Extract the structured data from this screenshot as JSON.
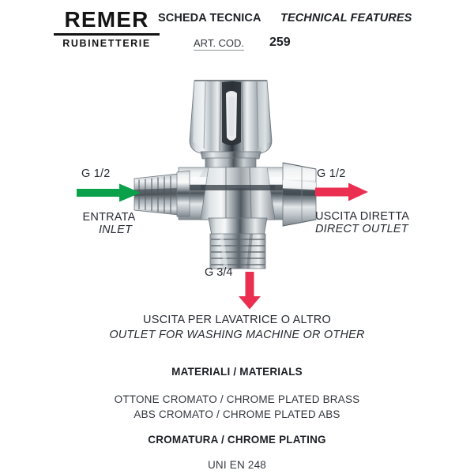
{
  "brand": {
    "name": "REMER",
    "subtitle": "RUBINETTERIE"
  },
  "header": {
    "title_it": "SCHEDA TECNICA",
    "title_en": "TECHNICAL FEATURES",
    "art_code_label": "ART. COD.",
    "art_code_value": "259"
  },
  "product": {
    "alt": "chrome plated three-way diverter valve",
    "icon": "valve-illustration"
  },
  "callouts": {
    "inlet": {
      "size": "G 1/2",
      "label_it": "ENTRATA",
      "label_en": "INLET",
      "arrow": "arrow-right-icon",
      "color": "#0BA04A",
      "direction": "right"
    },
    "direct_outlet": {
      "size": "G 1/2",
      "label_it": "USCITA DIRETTA",
      "label_en": "DIRECT OUTLET",
      "arrow": "arrow-right-icon",
      "color": "#EB2F51",
      "direction": "right"
    },
    "washing_outlet": {
      "size": "G 3/4",
      "label_it": "USCITA PER LAVATRICE O ALTRO",
      "label_en": "OUTLET FOR WASHING MACHINE OR OTHER",
      "arrow": "arrow-down-icon",
      "color": "#EB2F51",
      "direction": "down"
    }
  },
  "materials": {
    "heading": "MATERIALI / MATERIALS",
    "lines": [
      "OTTONE CROMATO / CHROME PLATED BRASS",
      "ABS CROMATO / CHROME PLATED ABS"
    ],
    "plating_heading": "CROMATURA / CHROME PLATING",
    "standard": "UNI EN 248"
  },
  "colors": {
    "background": "#FFFFFF",
    "text": "#1D2026",
    "green_arrow": "#0BA04A",
    "red_arrow": "#EB2F51",
    "chrome_light": "#F2F4F5",
    "chrome_mid": "#A9B0B5",
    "chrome_dark": "#3C4349"
  }
}
